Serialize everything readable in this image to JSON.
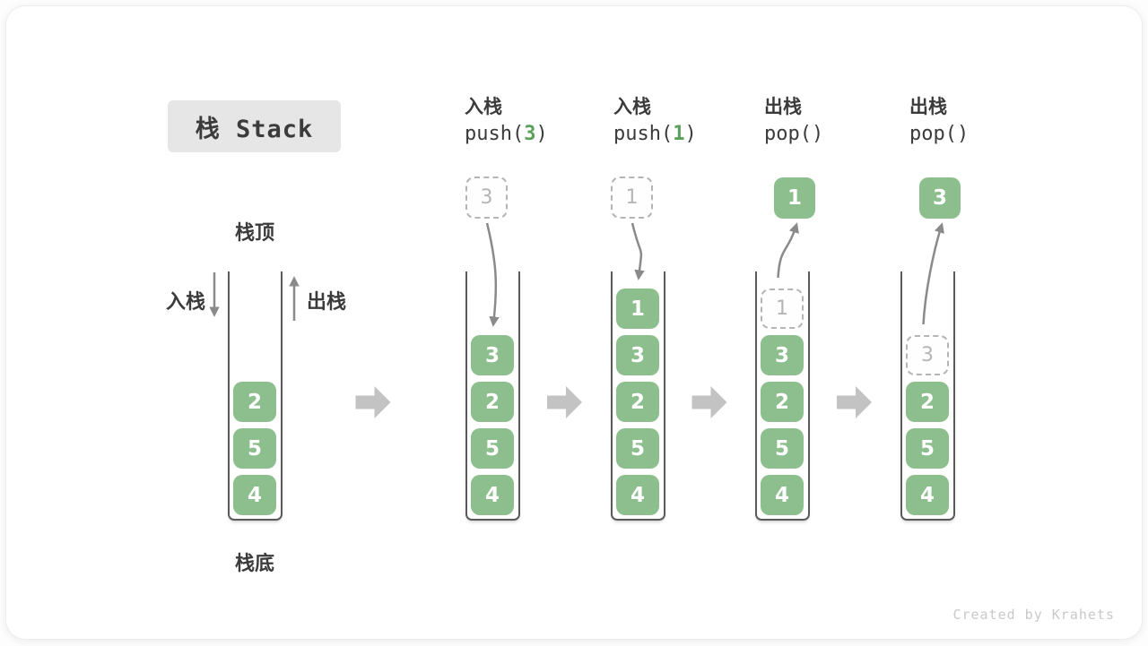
{
  "title": "栈 Stack",
  "side_labels": {
    "top": "栈顶",
    "bottom": "栈底",
    "push": "入栈",
    "pop": "出栈"
  },
  "watermark": "Created by Krahets",
  "colors": {
    "green": "#8DBE8D",
    "green_text": "#5BA05B",
    "ink": "#3B3B3B",
    "arrow": "#8A8A8A",
    "block_arrow": "#C3C3C3",
    "badge_bg": "#E6E6E6",
    "ghost_border": "#B5B5B5",
    "ghost_text": "#B5B5B5",
    "watermark": "#C9C9C9"
  },
  "operations": [
    {
      "label": "入栈",
      "code": {
        "pre": "push(",
        "arg": "3",
        "post": ")"
      }
    },
    {
      "label": "入栈",
      "code": {
        "pre": "push(",
        "arg": "1",
        "post": ")"
      }
    },
    {
      "label": "出栈",
      "code": {
        "pre": "pop(",
        "arg": "",
        "post": ")"
      }
    },
    {
      "label": "出栈",
      "code": {
        "pre": "pop(",
        "arg": "",
        "post": ")"
      }
    }
  ],
  "stacks": [
    {
      "id": "initial",
      "cells": [
        {
          "row": 2,
          "value": "2"
        },
        {
          "row": 3,
          "value": "5"
        },
        {
          "row": 4,
          "value": "4"
        }
      ]
    },
    {
      "id": "after-push-3",
      "arrow": "push",
      "floating": {
        "value": "3",
        "style": "ghost"
      },
      "cells": [
        {
          "row": 1,
          "value": "3"
        },
        {
          "row": 2,
          "value": "2"
        },
        {
          "row": 3,
          "value": "5"
        },
        {
          "row": 4,
          "value": "4"
        }
      ]
    },
    {
      "id": "after-push-1",
      "arrow": "push",
      "floating": {
        "value": "1",
        "style": "ghost"
      },
      "cells": [
        {
          "row": 0,
          "value": "1"
        },
        {
          "row": 1,
          "value": "3"
        },
        {
          "row": 2,
          "value": "2"
        },
        {
          "row": 3,
          "value": "5"
        },
        {
          "row": 4,
          "value": "4"
        }
      ]
    },
    {
      "id": "after-pop-1",
      "arrow": "pop",
      "floating": {
        "value": "1",
        "style": "solid"
      },
      "cells": [
        {
          "row": 0,
          "value": "1",
          "ghost": true
        },
        {
          "row": 1,
          "value": "3"
        },
        {
          "row": 2,
          "value": "2"
        },
        {
          "row": 3,
          "value": "5"
        },
        {
          "row": 4,
          "value": "4"
        }
      ]
    },
    {
      "id": "after-pop-3",
      "arrow": "pop",
      "floating": {
        "value": "3",
        "style": "solid"
      },
      "cells": [
        {
          "row": 1,
          "value": "3",
          "ghost": true
        },
        {
          "row": 2,
          "value": "2"
        },
        {
          "row": 3,
          "value": "5"
        },
        {
          "row": 4,
          "value": "4"
        }
      ]
    }
  ]
}
